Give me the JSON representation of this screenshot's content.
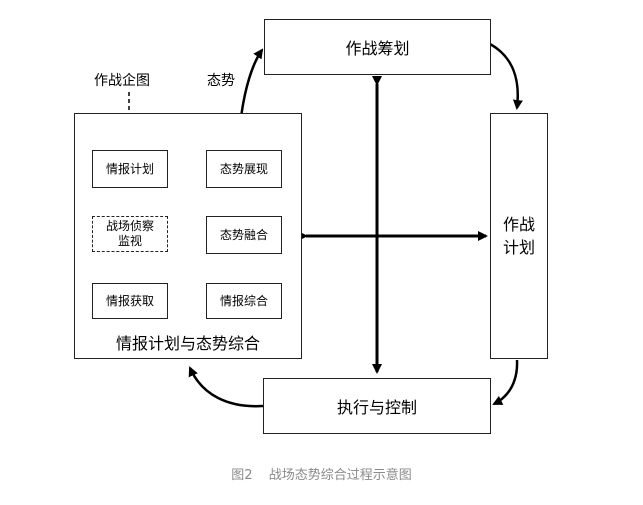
{
  "nodes": {
    "combat_planning": "作战筹划",
    "combat_plan_l1": "作战",
    "combat_plan_l2": "计划",
    "execution_control": "执行与控制",
    "intel_panel_title": "情报计划与态势综合",
    "intel_plan": "情报计划",
    "recon_l1": "战场侦察",
    "recon_l2": "监视",
    "intel_acquire": "情报获取",
    "intel_synthesis": "情报综合",
    "situation_fusion": "态势融合",
    "situation_display": "态势展现"
  },
  "edge_labels": {
    "combat_intent": "作战企图",
    "situation": "态势"
  },
  "caption": {
    "figure_no": "图2",
    "title": "战场态势综合过程示意图"
  }
}
